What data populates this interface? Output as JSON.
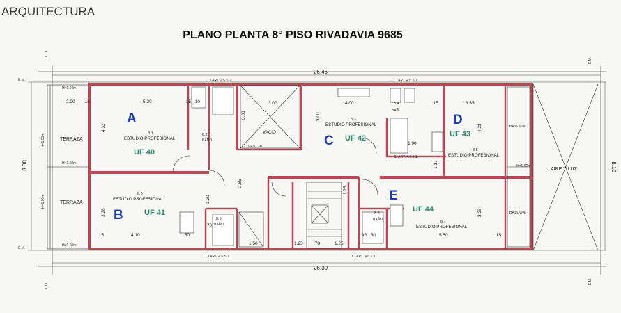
{
  "header": {
    "text": "ARQUITECTURA"
  },
  "title": "PLANO PLANTA 8° PISO RIVADAVIA 9685",
  "units": [
    {
      "letter": "A",
      "uf": "UF 40",
      "room": "ESTUDIO PROFESIONAL",
      "code": "8.1"
    },
    {
      "letter": "B",
      "uf": "UF 41",
      "room": "ESTUDIO PROFESIONAL",
      "code": "8.6"
    },
    {
      "letter": "C",
      "uf": "UF 42",
      "room": "ESTUDIO PROFESIONAL",
      "code": "8.3"
    },
    {
      "letter": "D",
      "uf": "UF 43",
      "room": "ESTUDIO PROFESIONAL",
      "code": "8.5"
    },
    {
      "letter": "E",
      "uf": "UF 44",
      "room": "ESTUDIO PROFESIONAL",
      "code": "8.7"
    }
  ],
  "spaces": {
    "terraza_top": "TERRAZA",
    "terraza_bottom": "TERRAZA",
    "vacio": "VACIO",
    "balcon_top": "BALCON",
    "balcon_bottom": "BALCON",
    "aire_luz": "AIRE Y LUZ",
    "bano": "BAÑO",
    "vent": "VENT 60"
  },
  "bath_codes": {
    "a": "8.2",
    "b": "8.9",
    "c": "8.4",
    "e": "8.8"
  },
  "article_ref": "C/ ART. 4.6.5.1.",
  "margins": {
    "lo": "L.O.",
    "em": "E.M.",
    "em_alt": "E.M."
  },
  "dimensions": {
    "overall_top": "26.46",
    "overall_bottom": "26.30",
    "left_height": "8.08",
    "right_height": "8.10",
    "a_width": "5.20",
    "a_terrace": "2.00",
    "a_height": "4.32",
    "c_width": "4.00",
    "vacio_width": "3.00",
    "vacio_height": "3.00",
    "c_height": "3.00",
    "d_width": "3.35",
    "d_height": "4.32",
    "b_width": "4.10",
    "b_height": "3.28",
    "e_width": "5.50",
    "e_height": "3.28",
    "core_a": "1.25",
    "core_b": "1.25",
    "core_c": "1.50",
    "core_d": "1.25",
    "core_e": "2.65",
    "core_f": "1.17",
    "bath_d": "1.90",
    "bath_small": "1.20",
    "sill": ".15",
    "door_a": ".10",
    "door_b": ".60",
    "door_c": ".78",
    "door_d": ".70",
    "door_e": ".95",
    "door_f": ".50",
    "height_top": "H=1.60m",
    "height_side": "H=1.00m"
  }
}
